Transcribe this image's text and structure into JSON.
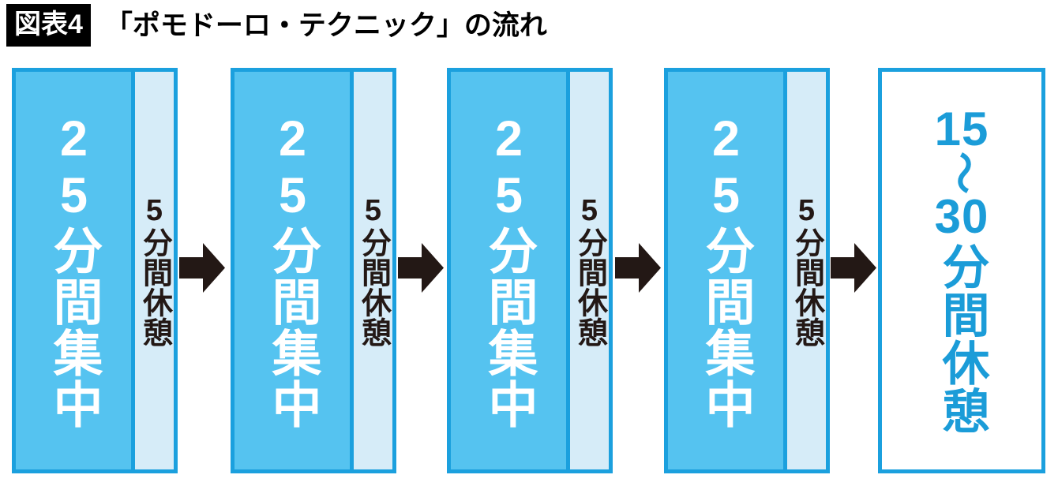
{
  "header": {
    "badge_label": "図表4",
    "title": "「ポモドーロ・テクニック」の流れ"
  },
  "colors": {
    "border_blue": "#1BA0DE",
    "work_fill": "#55C3F0",
    "break_fill": "#D6ECF8",
    "work_text": "#FFFFFF",
    "break_text": "#231815",
    "final_text": "#1B9CD8",
    "arrow": "#231815",
    "badge_bg": "#000000",
    "badge_text": "#FFFFFF"
  },
  "flow": {
    "cycles": [
      {
        "work_label": "25分間集中",
        "break_label": "5分間休憩"
      },
      {
        "work_label": "25分間集中",
        "break_label": "5分間休憩"
      },
      {
        "work_label": "25分間集中",
        "break_label": "5分間休憩"
      },
      {
        "work_label": "25分間集中",
        "break_label": "5分間休憩"
      }
    ],
    "arrow_icon": "arrow-right-icon",
    "arrow_count": 4,
    "final": {
      "range_start": "15",
      "range_separator": "〜",
      "range_end": "30",
      "unit_label": "分間休憩"
    }
  }
}
